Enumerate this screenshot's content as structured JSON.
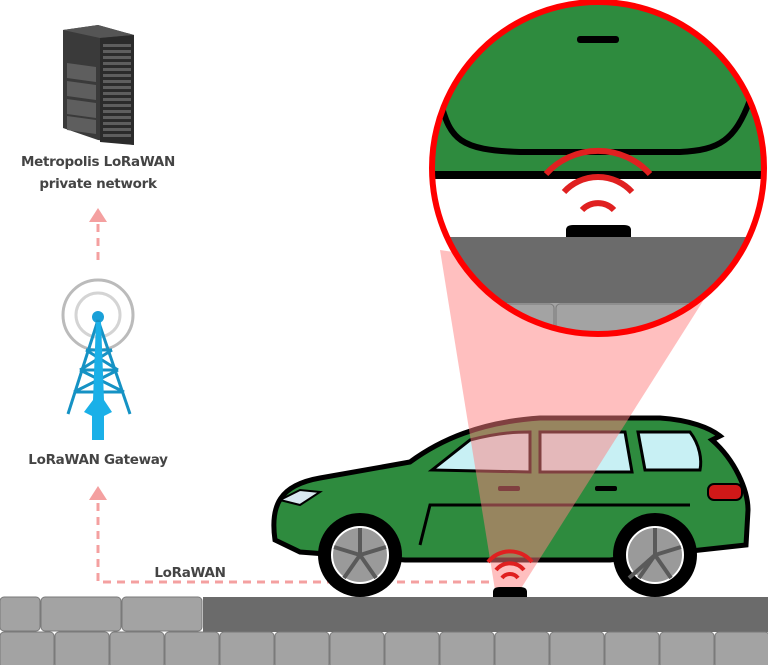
{
  "server": {
    "label_line1": "Metropolis LoRaWAN",
    "label_line2": "private network",
    "icon": "server-icon"
  },
  "gateway": {
    "label": "LoRaWAN Gateway",
    "icon": "antenna-tower-icon"
  },
  "link": {
    "label": "LoRaWAN"
  },
  "colors": {
    "arrow": "#f4a0a0",
    "tower": "#1aa0d8",
    "car": "#2e8b3e",
    "signal": "#e02020",
    "magnifier": "#ff0000",
    "road": "#6b6b6b",
    "brick": "#a3a3a3"
  }
}
